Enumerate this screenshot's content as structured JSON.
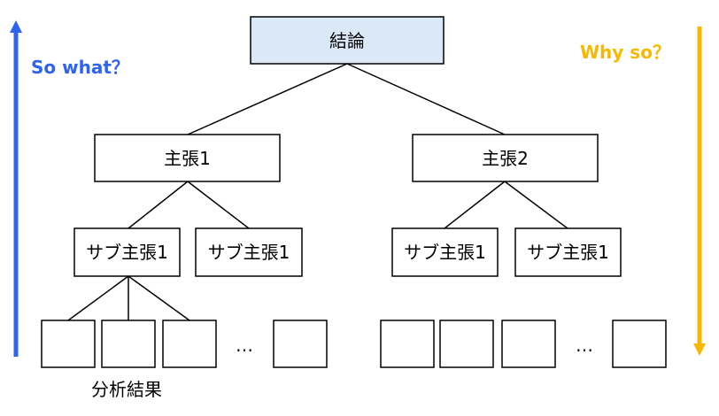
{
  "colors": {
    "root_fill": "#dbe9f7",
    "box_fill": "#ffffff",
    "stroke": "#000000",
    "up_arrow": "#2f64f0",
    "down_arrow": "#f6b800"
  },
  "arrows": {
    "up_label": "So what？",
    "down_label": "Why so？"
  },
  "tree": {
    "root": "結論",
    "claims": [
      "主張1",
      "主張2"
    ],
    "left_subclaims": [
      "サブ主張1",
      "サブ主張1"
    ],
    "right_subclaims": [
      "サブ主張1",
      "サブ主張1"
    ],
    "ellipsis_left": "…",
    "ellipsis_right": "…",
    "caption": "分析結果"
  }
}
